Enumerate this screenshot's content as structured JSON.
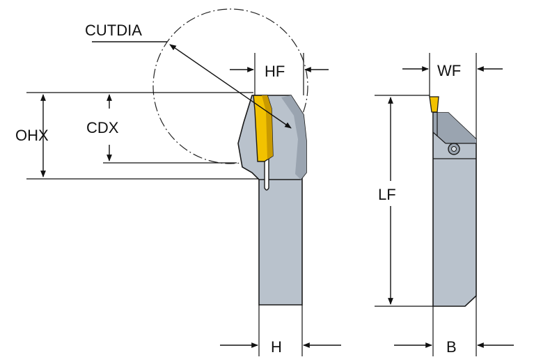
{
  "labels": {
    "cutdia": "CUTDIA",
    "hf": "HF",
    "ohx": "OHX",
    "cdx": "CDX",
    "wf": "WF",
    "lf": "LF",
    "h": "H",
    "b": "B"
  },
  "colors": {
    "tool_body": "#b9c2cc",
    "tool_body_shadow": "#9aa4b0",
    "insert": "#f2c200",
    "insert_shadow": "#c99a00",
    "outline": "#1a1a1a",
    "dimension_line": "#111111"
  }
}
